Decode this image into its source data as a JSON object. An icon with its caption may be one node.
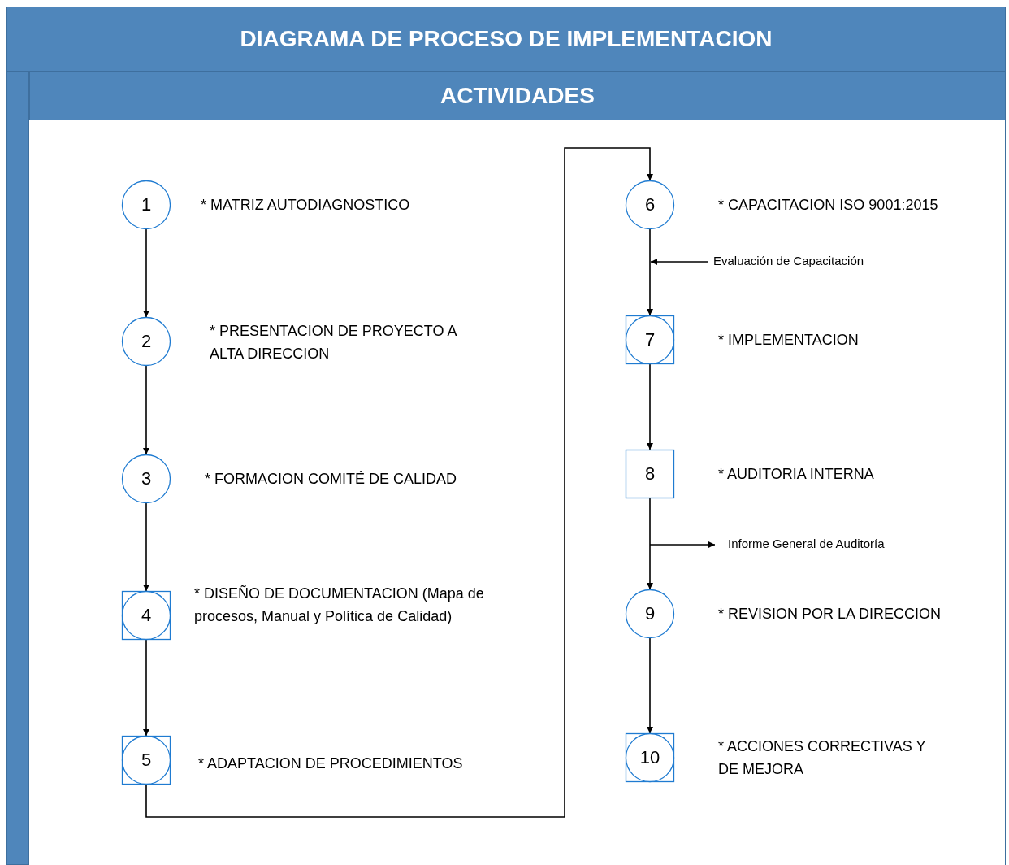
{
  "diagram": {
    "title": "DIAGRAMA DE PROCESO DE IMPLEMENTACION",
    "nodes": [
      {
        "text": [
          "ACTIVIDADES"
        ]
      },
      {
        "text": [
          "1"
        ],
        "in": 0,
        "beside": [
          "* MATRIZ AUTODIAGNOSTICO"
        ]
      },
      {
        "text": [
          "2"
        ],
        "in": 0,
        "beside": [
          "* PRESENTACION DE PROYECTO A ALTA DIRECCION"
        ]
      },
      {
        "text": [
          "3"
        ],
        "in": 0,
        "beside": [
          "* FORMACION COMITÉ DE CALIDAD"
        ]
      },
      {
        "text": [
          "4"
        ],
        "in": 0,
        "beside": [
          "* DISEÑO DE DOCUMENTACION (Mapa de procesos, Manual y Política de Calidad)"
        ]
      },
      {
        "text": [
          "5"
        ],
        "in": 0,
        "beside": [
          "* ADAPTACION DE PROCEDIMIENTOS"
        ]
      },
      {
        "text": [
          "6"
        ],
        "in": 0,
        "beside": [
          "* CAPACITACION ISO 9001:2015"
        ]
      },
      {
        "text": [
          "7"
        ],
        "in": 0,
        "beside": [
          "* IMPLEMENTACION"
        ]
      },
      {
        "text": [
          "8"
        ],
        "in": 0,
        "beside": [
          "* AUDITORIA INTERNA"
        ]
      },
      {
        "text": [
          "9"
        ],
        "in": 0,
        "beside": [
          "* REVISION POR LA DIRECCION"
        ]
      },
      {
        "text": [
          "10"
        ],
        "in": 0,
        "beside": [
          "* ACCIONES CORRECTIVAS Y DE MEJORA"
        ]
      },
      {
        "text": [
          "Evaluación de Capacitación"
        ],
        "in": 0
      },
      {
        "text": [
          "Informe General de Auditoría"
        ],
        "in": 0
      }
    ],
    "edges": [
      {
        "from": 1,
        "to": 2,
        "arrow": "to"
      },
      {
        "from": 2,
        "to": 3,
        "arrow": "to"
      },
      {
        "from": 3,
        "to": 4,
        "arrow": "to"
      },
      {
        "from": 4,
        "to": 5,
        "arrow": "to"
      },
      {
        "from": 5,
        "to": 6,
        "arrow": "to"
      },
      {
        "from": 6,
        "to": 7,
        "arrow": "to"
      },
      {
        "from": 7,
        "to": 8,
        "arrow": "to"
      },
      {
        "from": 8,
        "to": 9,
        "arrow": "to"
      },
      {
        "from": 9,
        "to": 10,
        "arrow": "to"
      },
      {
        "from": 11,
        "to": null,
        "arrow": "to"
      },
      {
        "from": null,
        "to": 12,
        "arrow": "to"
      }
    ]
  }
}
